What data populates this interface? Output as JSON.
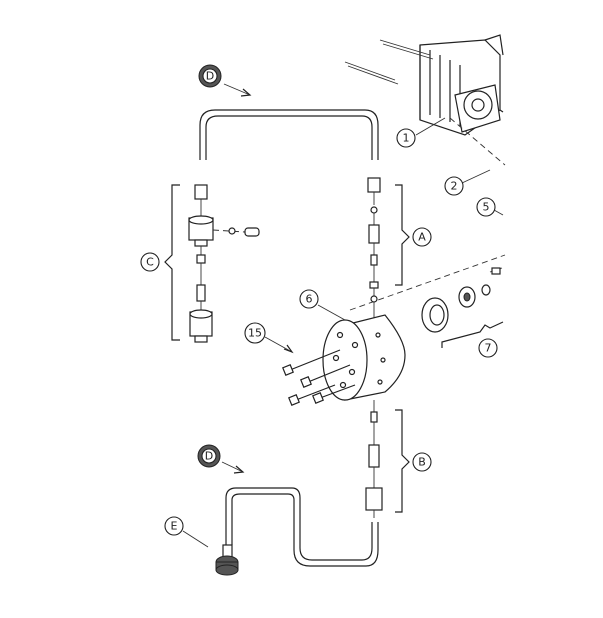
{
  "callouts": {
    "c1": "1",
    "c2": "2",
    "c5": "5",
    "c6": "6",
    "c7": "7",
    "c15": "15",
    "cA": "A",
    "cB": "B",
    "cC": "C",
    "cD_top": "D",
    "cD_bottom": "D",
    "cE": "E"
  }
}
